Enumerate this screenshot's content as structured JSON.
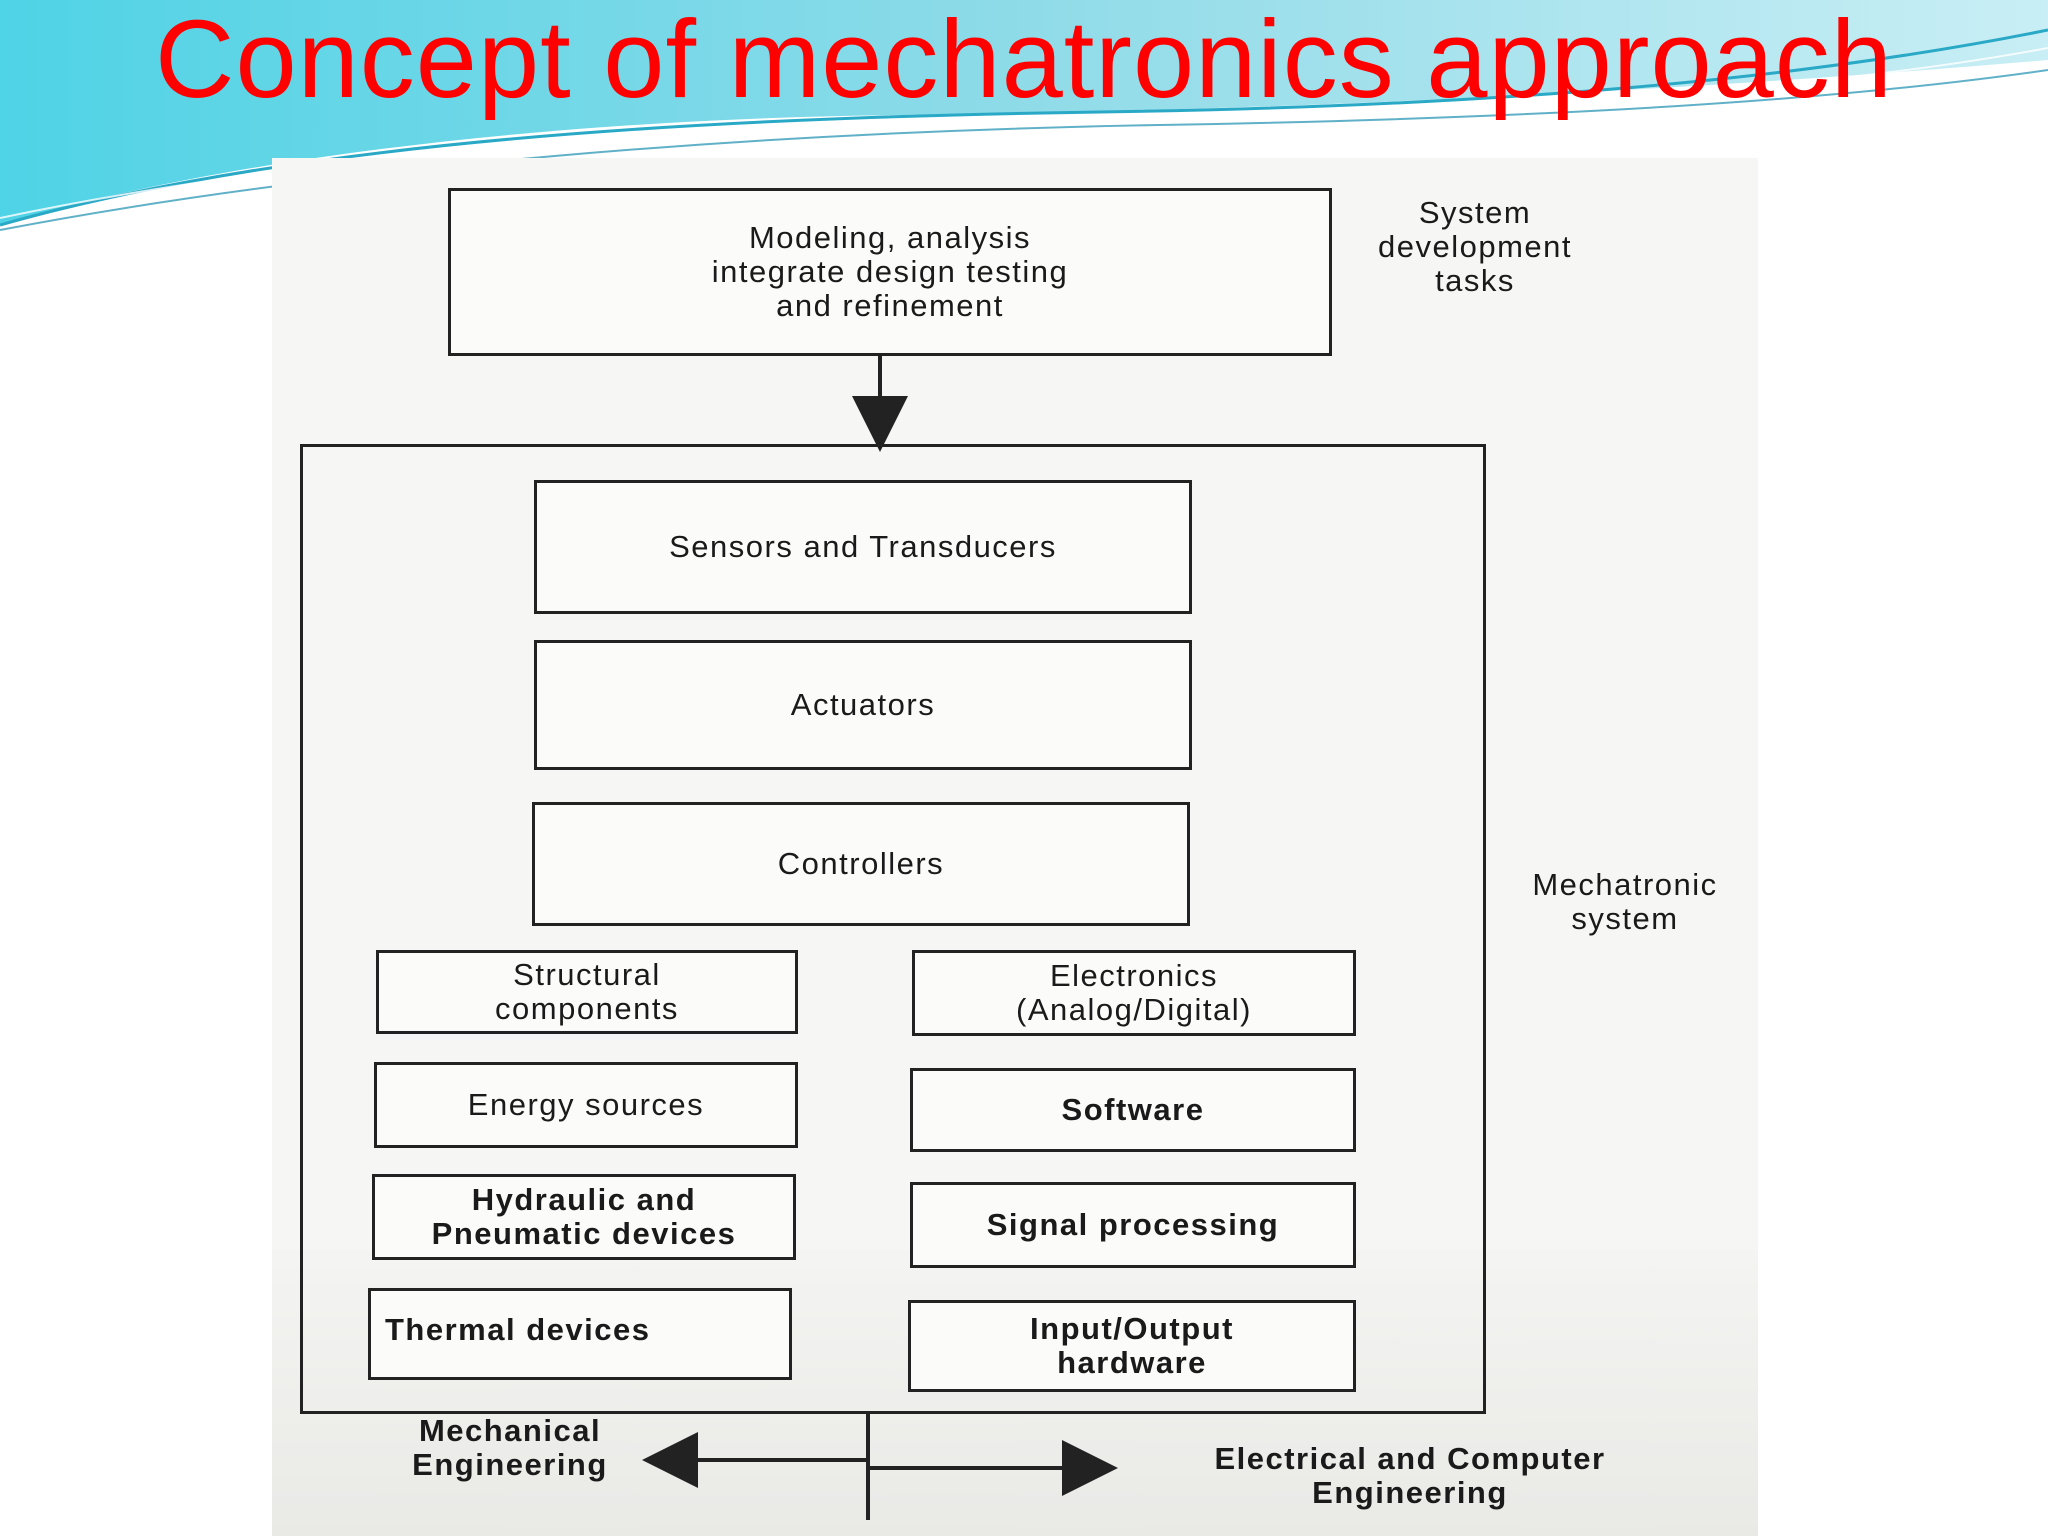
{
  "slide": {
    "title": "Concept of mechatronics approach"
  },
  "diagram": {
    "top_box": "Modeling, analysis\nintegrate design testing\nand refinement",
    "top_label": "System\ndevelopment\ntasks",
    "system_label": "Mechatronic\nsystem",
    "center_boxes": [
      "Sensors and Transducers",
      "Actuators",
      "Controllers"
    ],
    "left_boxes": [
      "Structural\ncomponents",
      "Energy sources",
      "Hydraulic and\nPneumatic devices",
      "Thermal devices"
    ],
    "right_boxes": [
      "Electronics\n(Analog/Digital)",
      "Software",
      "Signal processing",
      "Input/Output\nhardware"
    ],
    "bottom_left_label": "Mechanical\nEngineering",
    "bottom_right_label": "Electrical and Computer\nEngineering"
  }
}
